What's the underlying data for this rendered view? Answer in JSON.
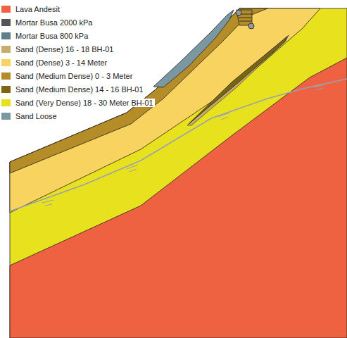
{
  "diagram": {
    "legend": [
      {
        "text": "Lava Andesit",
        "color": "#ee6241"
      },
      {
        "text": "Mortar Busa 2000 kPa",
        "color": "#555555"
      },
      {
        "text": "Mortar Busa 800 kPa",
        "color": "#5f8088"
      },
      {
        "text": "Sand (Dense) 16 - 18 BH-01",
        "color": "#c9ac6b"
      },
      {
        "text": "Sand (Dense) 3 - 14 Meter",
        "color": "#f8d35f"
      },
      {
        "text": "Sand (Medium Dense) 0 - 3 Meter",
        "color": "#b48d28"
      },
      {
        "text": "Sand (Medium Dense) 14 - 16 BH-01",
        "color": "#7a6612"
      },
      {
        "text": "Sand (Very Dense) 18 - 30 Meter BH-01",
        "color": "#e8e21e"
      },
      {
        "text": "Sand Loose",
        "color": "#7b98a2"
      }
    ]
  }
}
